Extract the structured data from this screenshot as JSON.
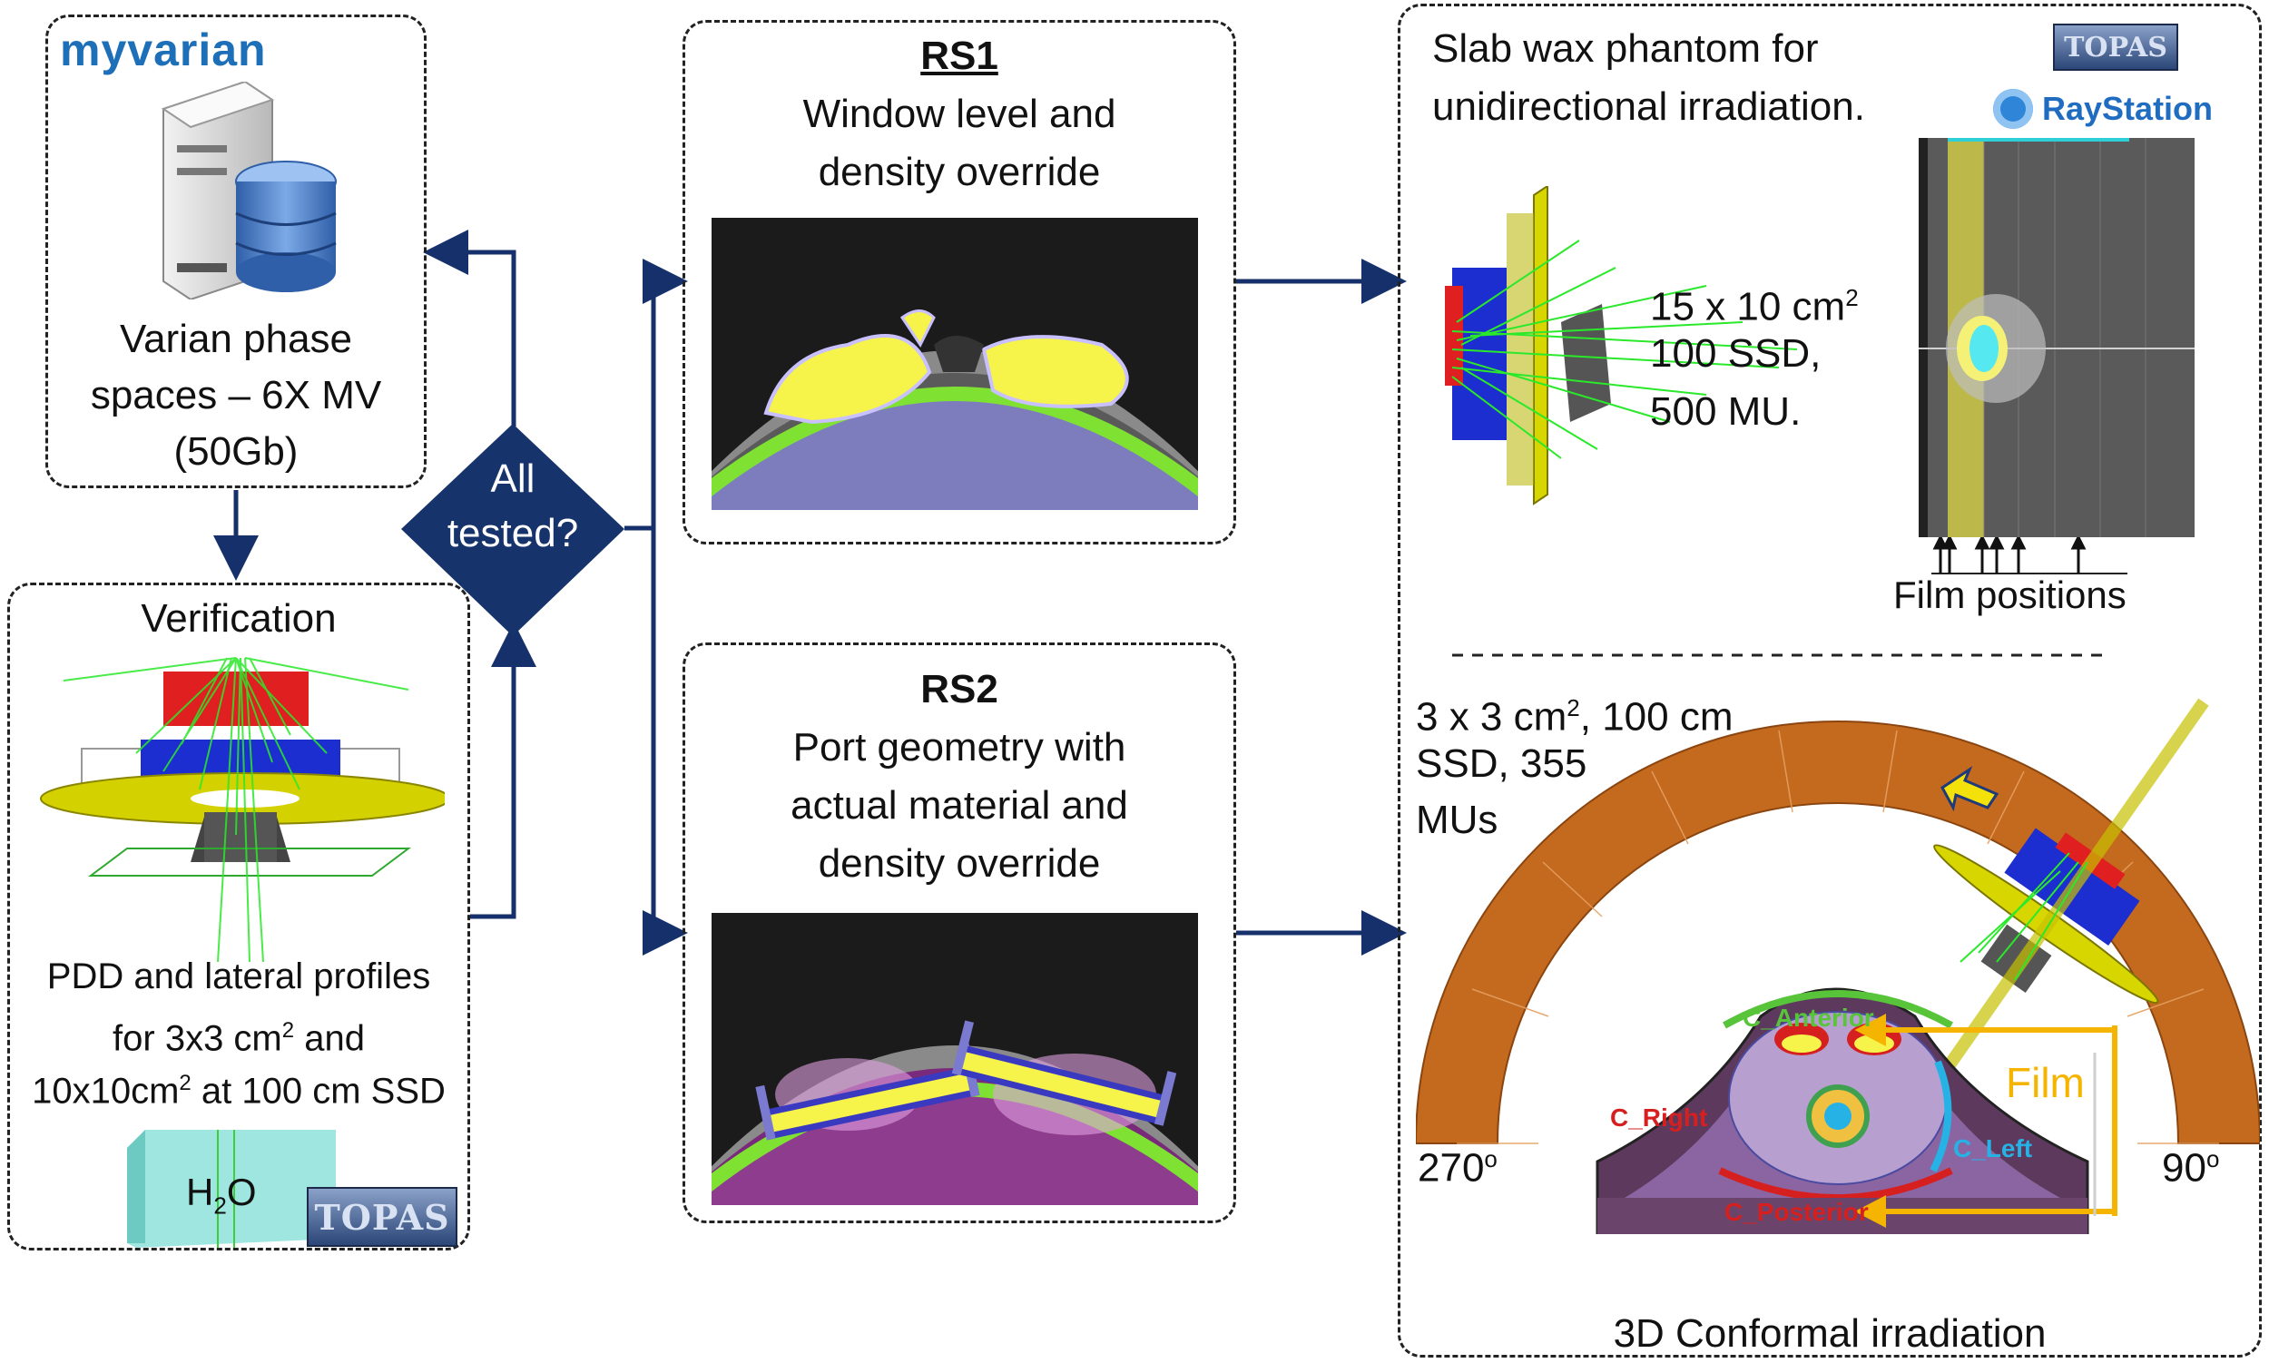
{
  "source_box": {
    "logo": "myvarian",
    "label_line1": "Varian phase",
    "label_line2": "spaces – 6X MV",
    "label_line3": "(50Gb)"
  },
  "verification_box": {
    "title": "Verification",
    "desc_line1": "PDD and lateral profiles",
    "desc_line2_a": "for 3x3 cm",
    "desc_line2_sup": "2",
    "desc_line2_b": " and",
    "desc_line3_a": "10x10cm",
    "desc_line3_sup": "2",
    "desc_line3_b": " at 100 cm SSD",
    "water_label_a": "H",
    "water_label_sub": "2",
    "water_label_b": "O",
    "topas_logo": "TOPAS"
  },
  "decision": {
    "line1": "All",
    "line2": "tested?"
  },
  "rs1": {
    "title": "RS1",
    "line1": "Window level and",
    "line2": "density override"
  },
  "rs2": {
    "title": "RS2",
    "line1": "Port geometry with",
    "line2": "actual material and",
    "line3": "density override"
  },
  "right_panel": {
    "slab_line1": "Slab wax phantom for",
    "slab_line2": "unidirectional irradiation.",
    "topas_logo": "TOPAS",
    "raystation_logo": "RayStation",
    "field_a": "15 x 10 cm",
    "field_sup": "2",
    "ssd": "100 SSD,",
    "mu": "500 MU.",
    "film_positions": "Film positions",
    "conf_line1_a": "3 x 3 cm",
    "conf_line1_sup": "2",
    "conf_line1_b": ", 100 cm",
    "conf_line2": "SSD, 355",
    "conf_line3": "MUs",
    "angle_left": "270",
    "angle_right": "90",
    "angle_sup": "o",
    "film_label": "Film",
    "c_anterior": "C_Anterior",
    "c_right": "C_Right",
    "c_left": "C_Left",
    "c_posterior": "C_Posterior",
    "bottom_label": "3D Conformal irradiation"
  },
  "colors": {
    "arrow": "#15306b",
    "decision_fill": "#17336b",
    "film_arrow": "#f5b400",
    "c_anterior": "#58c43a",
    "c_right": "#d62020",
    "c_left": "#27b2e6",
    "c_posterior": "#d62020",
    "arc": "#c46a1e"
  }
}
